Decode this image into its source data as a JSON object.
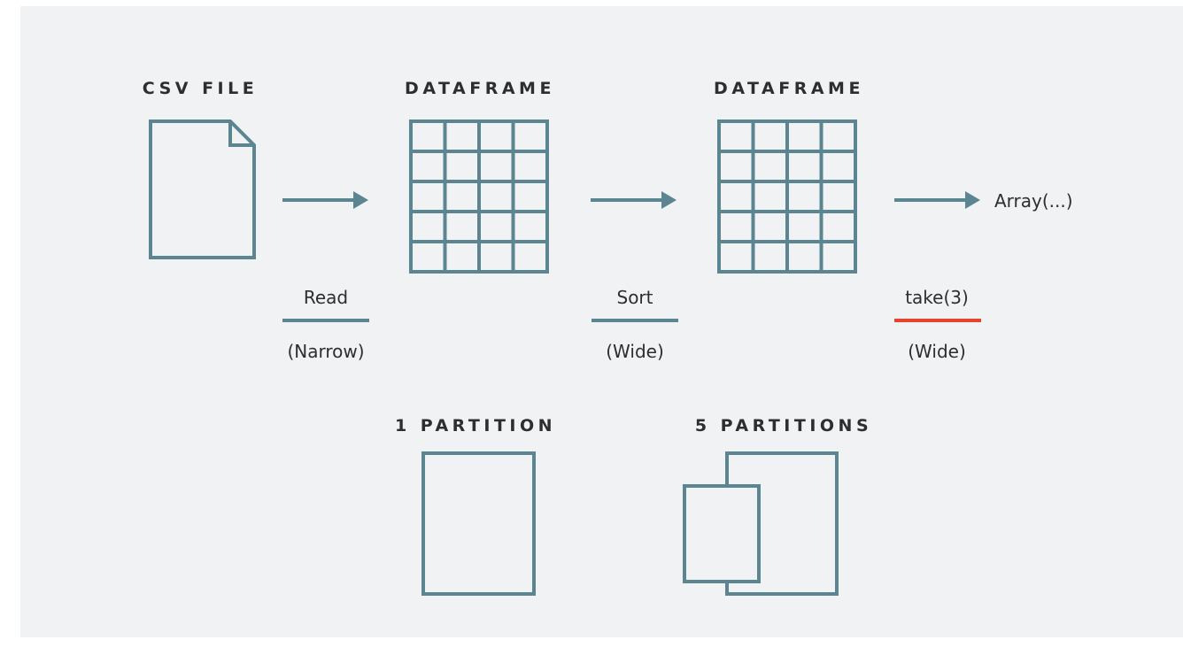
{
  "colors": {
    "stroke": "#5b8591",
    "highlight": "#e8412c",
    "background": "#f1f2f4",
    "text": "#2c2e31"
  },
  "headings": {
    "csv_file": "CSV FILE",
    "dataframe_1": "DATAFRAME",
    "dataframe_2": "DATAFRAME",
    "one_partition": "1 PARTITION",
    "five_partitions": "5 PARTITIONS"
  },
  "transformations": [
    {
      "operation": "Read",
      "type": "(Narrow)",
      "underline_color": "#5b8591"
    },
    {
      "operation": "Sort",
      "type": "(Wide)",
      "underline_color": "#5b8591"
    },
    {
      "operation": "take(3)",
      "type": "(Wide)",
      "underline_color": "#e8412c"
    }
  ],
  "output": {
    "result_label": "Array(...)"
  },
  "icons": [
    "document-icon",
    "dataframe-grid-icon",
    "arrow-right-icon",
    "partition-icon",
    "stacked-partitions-icon"
  ]
}
